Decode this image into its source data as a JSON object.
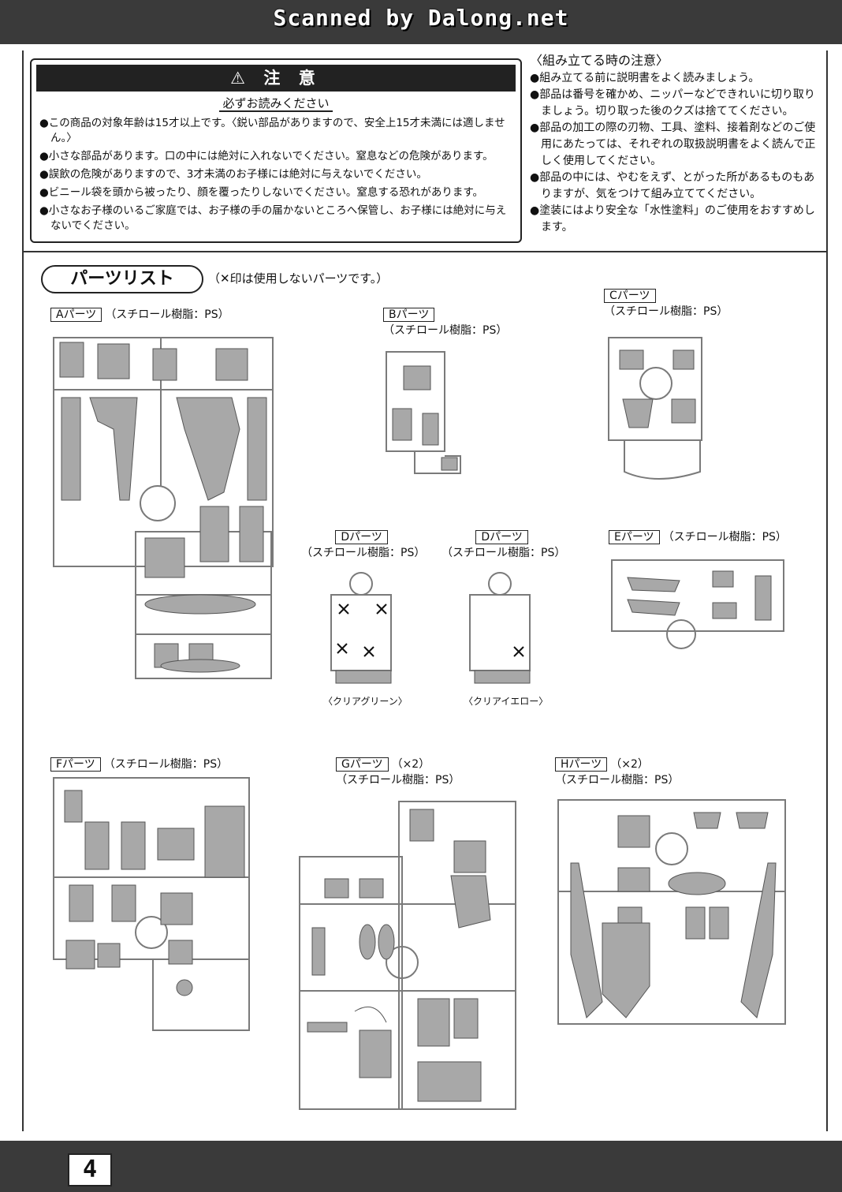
{
  "header": {
    "scan_credit": "Scanned by Dalong.net"
  },
  "page_number": "4",
  "caution": {
    "title": "⚠ 注 意",
    "subtitle": "必ずお読みください",
    "items": [
      "●この商品の対象年齢は15才以上です。〈鋭い部品がありますので、安全上15才未満には適しません。〉",
      "●小さな部品があります。口の中には絶対に入れないでください。窒息などの危険があります。",
      "●誤飲の危険がありますので、3才未満のお子様には絶対に与えないでください。",
      "●ビニール袋を頭から被ったり、顔を覆ったりしないでください。窒息する恐れがあります。",
      "●小さなお子様のいるご家庭では、お子様の手の届かないところへ保管し、お子様には絶対に与えないでください。"
    ]
  },
  "assembly_notes": {
    "title": "〈組み立てる時の注意〉",
    "items": [
      "●組み立てる前に説明書をよく読みましょう。",
      "●部品は番号を確かめ、ニッパーなどできれいに切り取りましょう。切り取った後のクズは捨ててください。",
      "●部品の加工の際の刃物、工具、塗料、接着剤などのご使用にあたっては、それぞれの取扱説明書をよく読んで正しく使用してください。",
      "●部品の中には、やむをえず、とがった所があるものもありますが、気をつけて組み立ててください。",
      "●塗装にはより安全な「水性塗料」のご使用をおすすめします。"
    ]
  },
  "parts_list": {
    "title": "パーツリスト",
    "note": "（✕印は使用しないパーツです。）",
    "runners": [
      {
        "name": "Aパーツ",
        "material": "（スチロール樹脂：PS）",
        "count": ""
      },
      {
        "name": "Bパーツ",
        "material": "（スチロール樹脂：PS）",
        "count": ""
      },
      {
        "name": "Cパーツ",
        "material": "（スチロール樹脂：PS）",
        "count": ""
      },
      {
        "name": "Dパーツ",
        "material": "（スチロール樹脂：PS）",
        "count": "",
        "color": "〈クリアグリーン〉"
      },
      {
        "name": "Dパーツ",
        "material": "（スチロール樹脂：PS）",
        "count": "",
        "color": "〈クリアイエロー〉"
      },
      {
        "name": "Eパーツ",
        "material": "（スチロール樹脂：PS）",
        "count": ""
      },
      {
        "name": "Fパーツ",
        "material": "（スチロール樹脂：PS）",
        "count": ""
      },
      {
        "name": "Gパーツ",
        "material": "（スチロール樹脂：PS）",
        "count": "（×2）"
      },
      {
        "name": "Hパーツ",
        "material": "（スチロール樹脂：PS）",
        "count": "（×2）"
      }
    ]
  },
  "colors": {
    "bar": "#3a3a3a",
    "runner": "#9a9a9a",
    "line": "#222222"
  }
}
